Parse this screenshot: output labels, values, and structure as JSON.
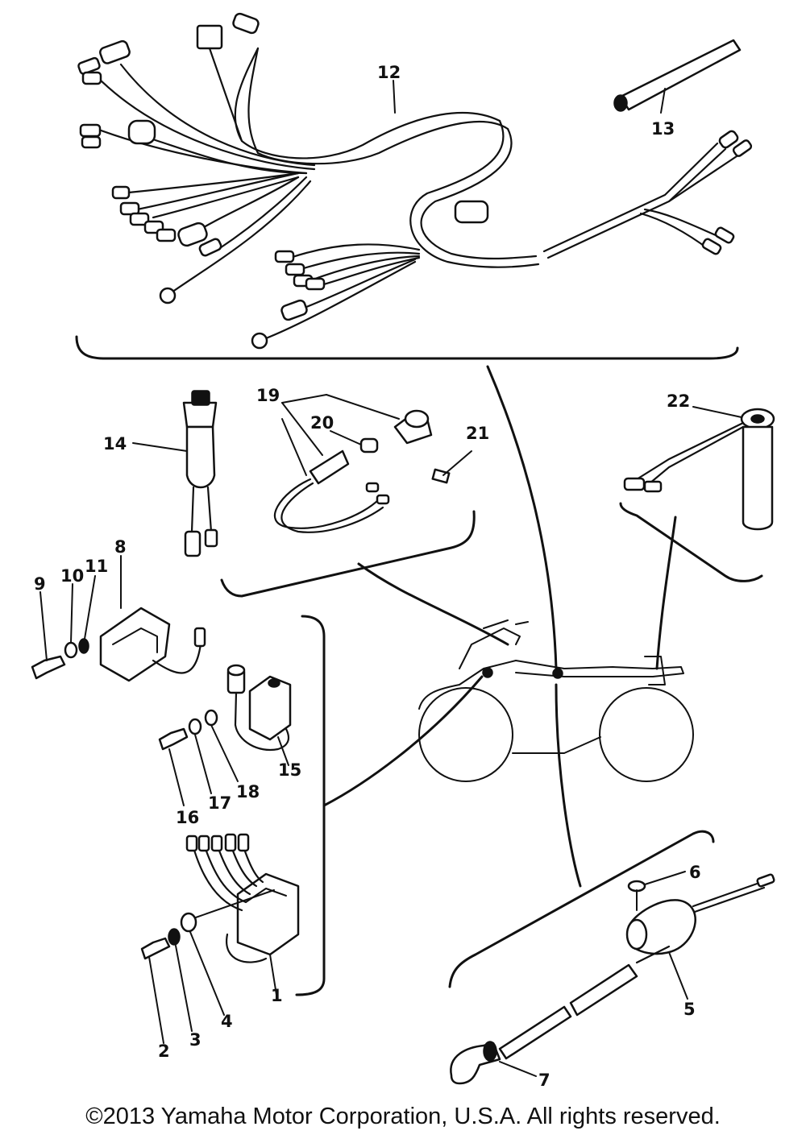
{
  "diagram": {
    "callouts": [
      {
        "id": "1",
        "label": "1"
      },
      {
        "id": "2",
        "label": "2"
      },
      {
        "id": "3",
        "label": "3"
      },
      {
        "id": "4",
        "label": "4"
      },
      {
        "id": "5",
        "label": "5"
      },
      {
        "id": "6",
        "label": "6"
      },
      {
        "id": "7",
        "label": "7"
      },
      {
        "id": "8",
        "label": "8"
      },
      {
        "id": "9",
        "label": "9"
      },
      {
        "id": "10",
        "label": "10"
      },
      {
        "id": "11",
        "label": "11"
      },
      {
        "id": "12",
        "label": "12"
      },
      {
        "id": "13",
        "label": "13"
      },
      {
        "id": "14",
        "label": "14"
      },
      {
        "id": "15",
        "label": "15"
      },
      {
        "id": "16",
        "label": "16"
      },
      {
        "id": "17",
        "label": "17"
      },
      {
        "id": "18",
        "label": "18"
      },
      {
        "id": "19",
        "label": "19"
      },
      {
        "id": "20",
        "label": "20"
      },
      {
        "id": "21",
        "label": "21"
      },
      {
        "id": "22",
        "label": "22"
      }
    ]
  },
  "footer": {
    "copyright": "©2013 Yamaha Motor Corporation, U.S.A. All rights reserved."
  }
}
